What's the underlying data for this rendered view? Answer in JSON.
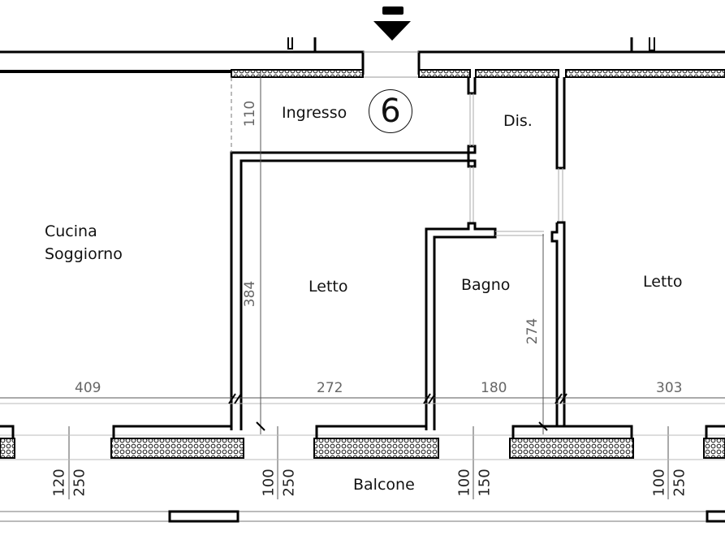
{
  "unit_number": "6",
  "entrance_icon": "arrow-down-icon",
  "rooms": {
    "cucina_line1": "Cucina",
    "cucina_line2": "Soggiorno",
    "ingresso": "Ingresso",
    "dis": "Dis.",
    "letto1": "Letto",
    "bagno": "Bagno",
    "letto2": "Letto",
    "balcone": "Balcone"
  },
  "dimensions": {
    "ingresso_depth": "110",
    "letto_depth": "384",
    "bagno_depth": "274",
    "widths": [
      "409",
      "272",
      "180",
      "303"
    ],
    "openings": [
      {
        "a": "120",
        "b": "250"
      },
      {
        "a": "100",
        "b": "250"
      },
      {
        "a": "100",
        "b": "150"
      },
      {
        "a": "100",
        "b": "250"
      }
    ]
  }
}
